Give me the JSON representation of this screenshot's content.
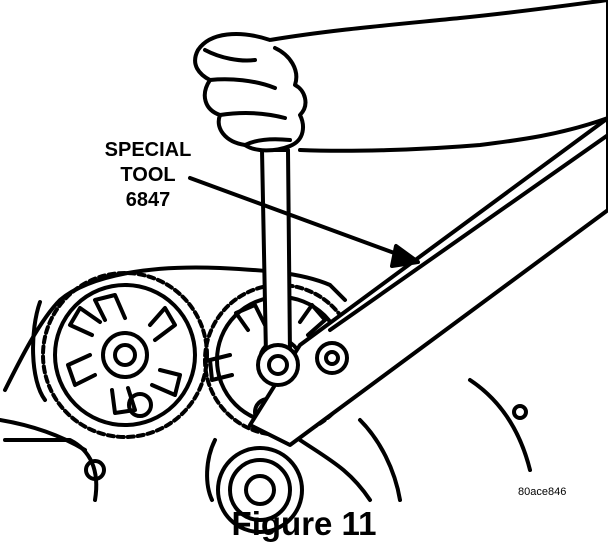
{
  "callout": {
    "line1": "SPECIAL",
    "line2": "TOOL",
    "line3": "6847"
  },
  "image_code": "80ace846",
  "caption": "Figure 11"
}
